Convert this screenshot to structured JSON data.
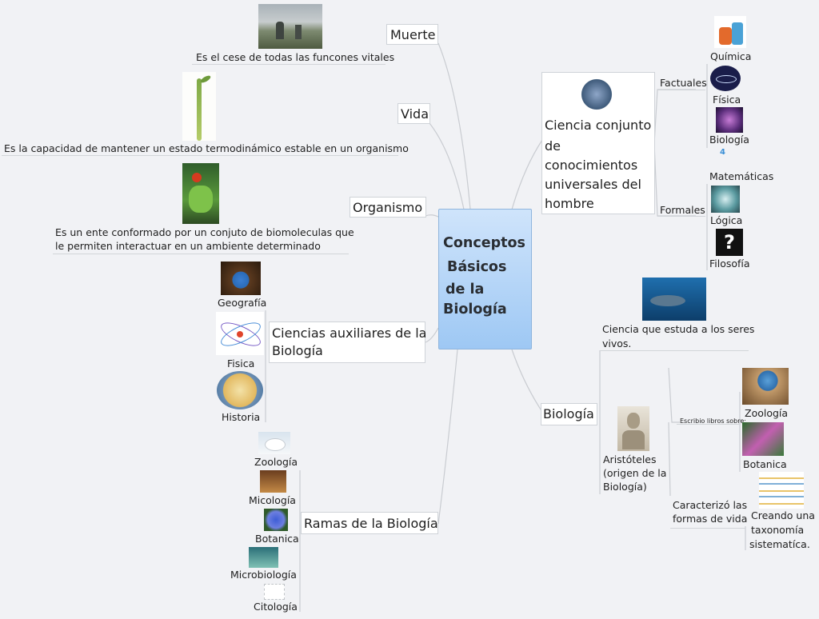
{
  "center": {
    "lines": [
      "Conceptos",
      "Básicos",
      "de la",
      "Biología"
    ]
  },
  "muerte": {
    "label": "Muerte",
    "desc": "Es el cese de todas las funcones vitales",
    "image": "cemetery-photo"
  },
  "vida": {
    "label": "Vida",
    "desc": "Es la capacidad de mantener un estado termodinámico estable en un organismo",
    "image": "bamboo-photo"
  },
  "organismo": {
    "label": "Organismo",
    "desc_lines": [
      "Es un ente conformado por un conjuto de biomoleculas que",
      "le permiten interactuar en un ambiente determinado"
    ],
    "image": "frog-photo"
  },
  "auxiliares": {
    "label_lines": [
      "Ciencias auxiliares de la",
      "Biología"
    ],
    "items": [
      "Geografía",
      "Fisica",
      "Historia"
    ]
  },
  "ramas": {
    "label": "Ramas de la Biología",
    "items": [
      "Zoología",
      "Micología",
      "Botanica",
      "Microbiología",
      "Citología"
    ]
  },
  "ciencia": {
    "lines": [
      "Ciencia conjunto",
      "de",
      "conocimientos",
      "universales del",
      "hombre"
    ],
    "factuales": {
      "label": "Factuales",
      "items": [
        "Química",
        "Física",
        "Biología"
      ]
    },
    "formales": {
      "label": "Formales",
      "items": [
        "Matemáticas",
        "Lógica",
        "Filosofía"
      ]
    }
  },
  "biologia": {
    "label": "Biología",
    "desc_lines": [
      "Ciencia que estuda a los seres",
      "vivos."
    ],
    "aristoteles_lines": [
      "Aristóteles",
      "(origen de la",
      "Biología)"
    ],
    "escribio": "Escribio libros sobre:",
    "libros": [
      "Zoología",
      "Botanica"
    ],
    "caracterizo_lines": [
      "Caracterizó las",
      "formas de vida"
    ],
    "taxonomia_lines": [
      "Creando una",
      "taxonomía",
      "sistematíca."
    ]
  }
}
